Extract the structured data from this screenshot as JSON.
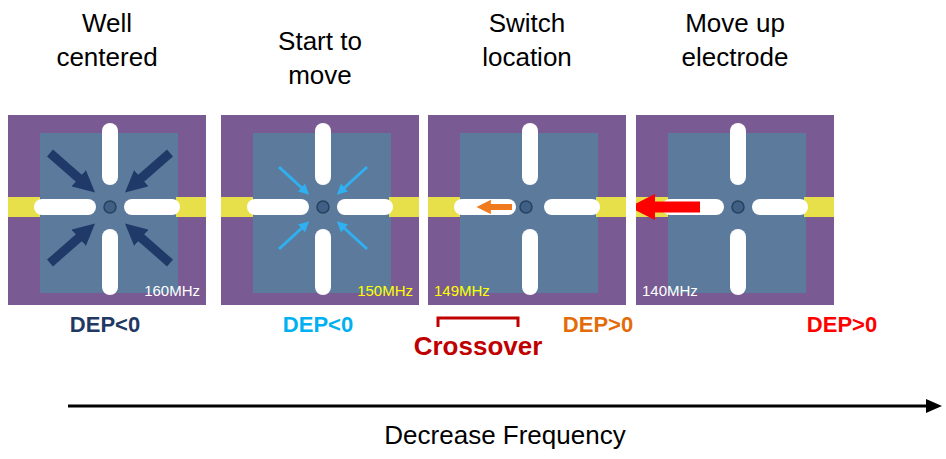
{
  "diagram": {
    "nodes": [
      {
        "text": [
          "Well centered",
          "160MHz"
        ]
      },
      {
        "text": [
          "Start to move",
          "150MHz"
        ]
      },
      {
        "text": [
          "Switch location",
          "149MHz"
        ]
      },
      {
        "text": [
          "Move up electrode",
          "140MHz"
        ]
      }
    ],
    "labels": [
      "DEP<0",
      "DEP<0",
      "DEP>0",
      "DEP>0",
      "Crossover",
      "Decrease Frequency"
    ]
  }
}
